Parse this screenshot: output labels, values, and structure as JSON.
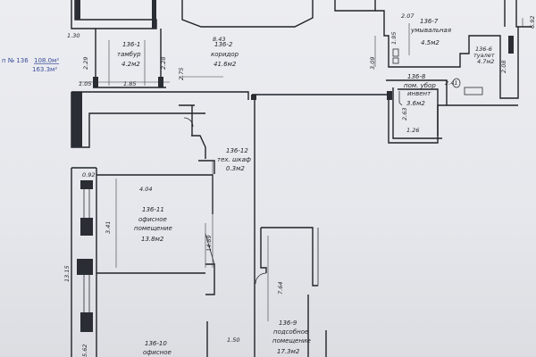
{
  "summary": {
    "prefix": "п № 136",
    "area_1": "108.0м²",
    "area_2": "163.3м²"
  },
  "rooms": {
    "r1": {
      "code": "136-1",
      "name": "тамбур",
      "area": "4.2м2"
    },
    "r2": {
      "code": "136-2",
      "name": "коридор",
      "area": "41.6м2"
    },
    "r6": {
      "code": "136-6",
      "name": "туалет",
      "area": "4.7м2"
    },
    "r7": {
      "code": "136-7",
      "name": "умывальная",
      "area": "4.5м2"
    },
    "r8": {
      "code": "136-8",
      "name1": "пом. убор",
      "name2": "инвент",
      "area": "3.6м2"
    },
    "r9": {
      "code": "136-9",
      "name1": "подсобное",
      "name2": "помещение",
      "area": "17.3м2"
    },
    "r10": {
      "code": "136-10",
      "name": "офисное"
    },
    "r11": {
      "code": "136-11",
      "name1": "офисное",
      "name2": "помещение",
      "area": "13.8м2"
    },
    "r12": {
      "code": "136-12",
      "name": "тех. шкаф",
      "area": "0.3м2"
    }
  },
  "dims": {
    "d130": "1.30",
    "d843": "8.43",
    "d229": "2.29",
    "d228": "2.28",
    "d275": "2.75",
    "d105": "1.05",
    "d185": "1.85",
    "d207": "2.07",
    "d195": "1.95",
    "d309": "3.09",
    "d208": "2.08",
    "d241": "2.41",
    "d263": "2.63",
    "d126": "1.26",
    "d092": "0.92",
    "d404": "4.04",
    "d341": "3.41",
    "d1315": "13.15",
    "d1489": "14.89",
    "d764": "7.64",
    "d150": "1.50",
    "d562": "5.62",
    "d692": "6.92"
  }
}
